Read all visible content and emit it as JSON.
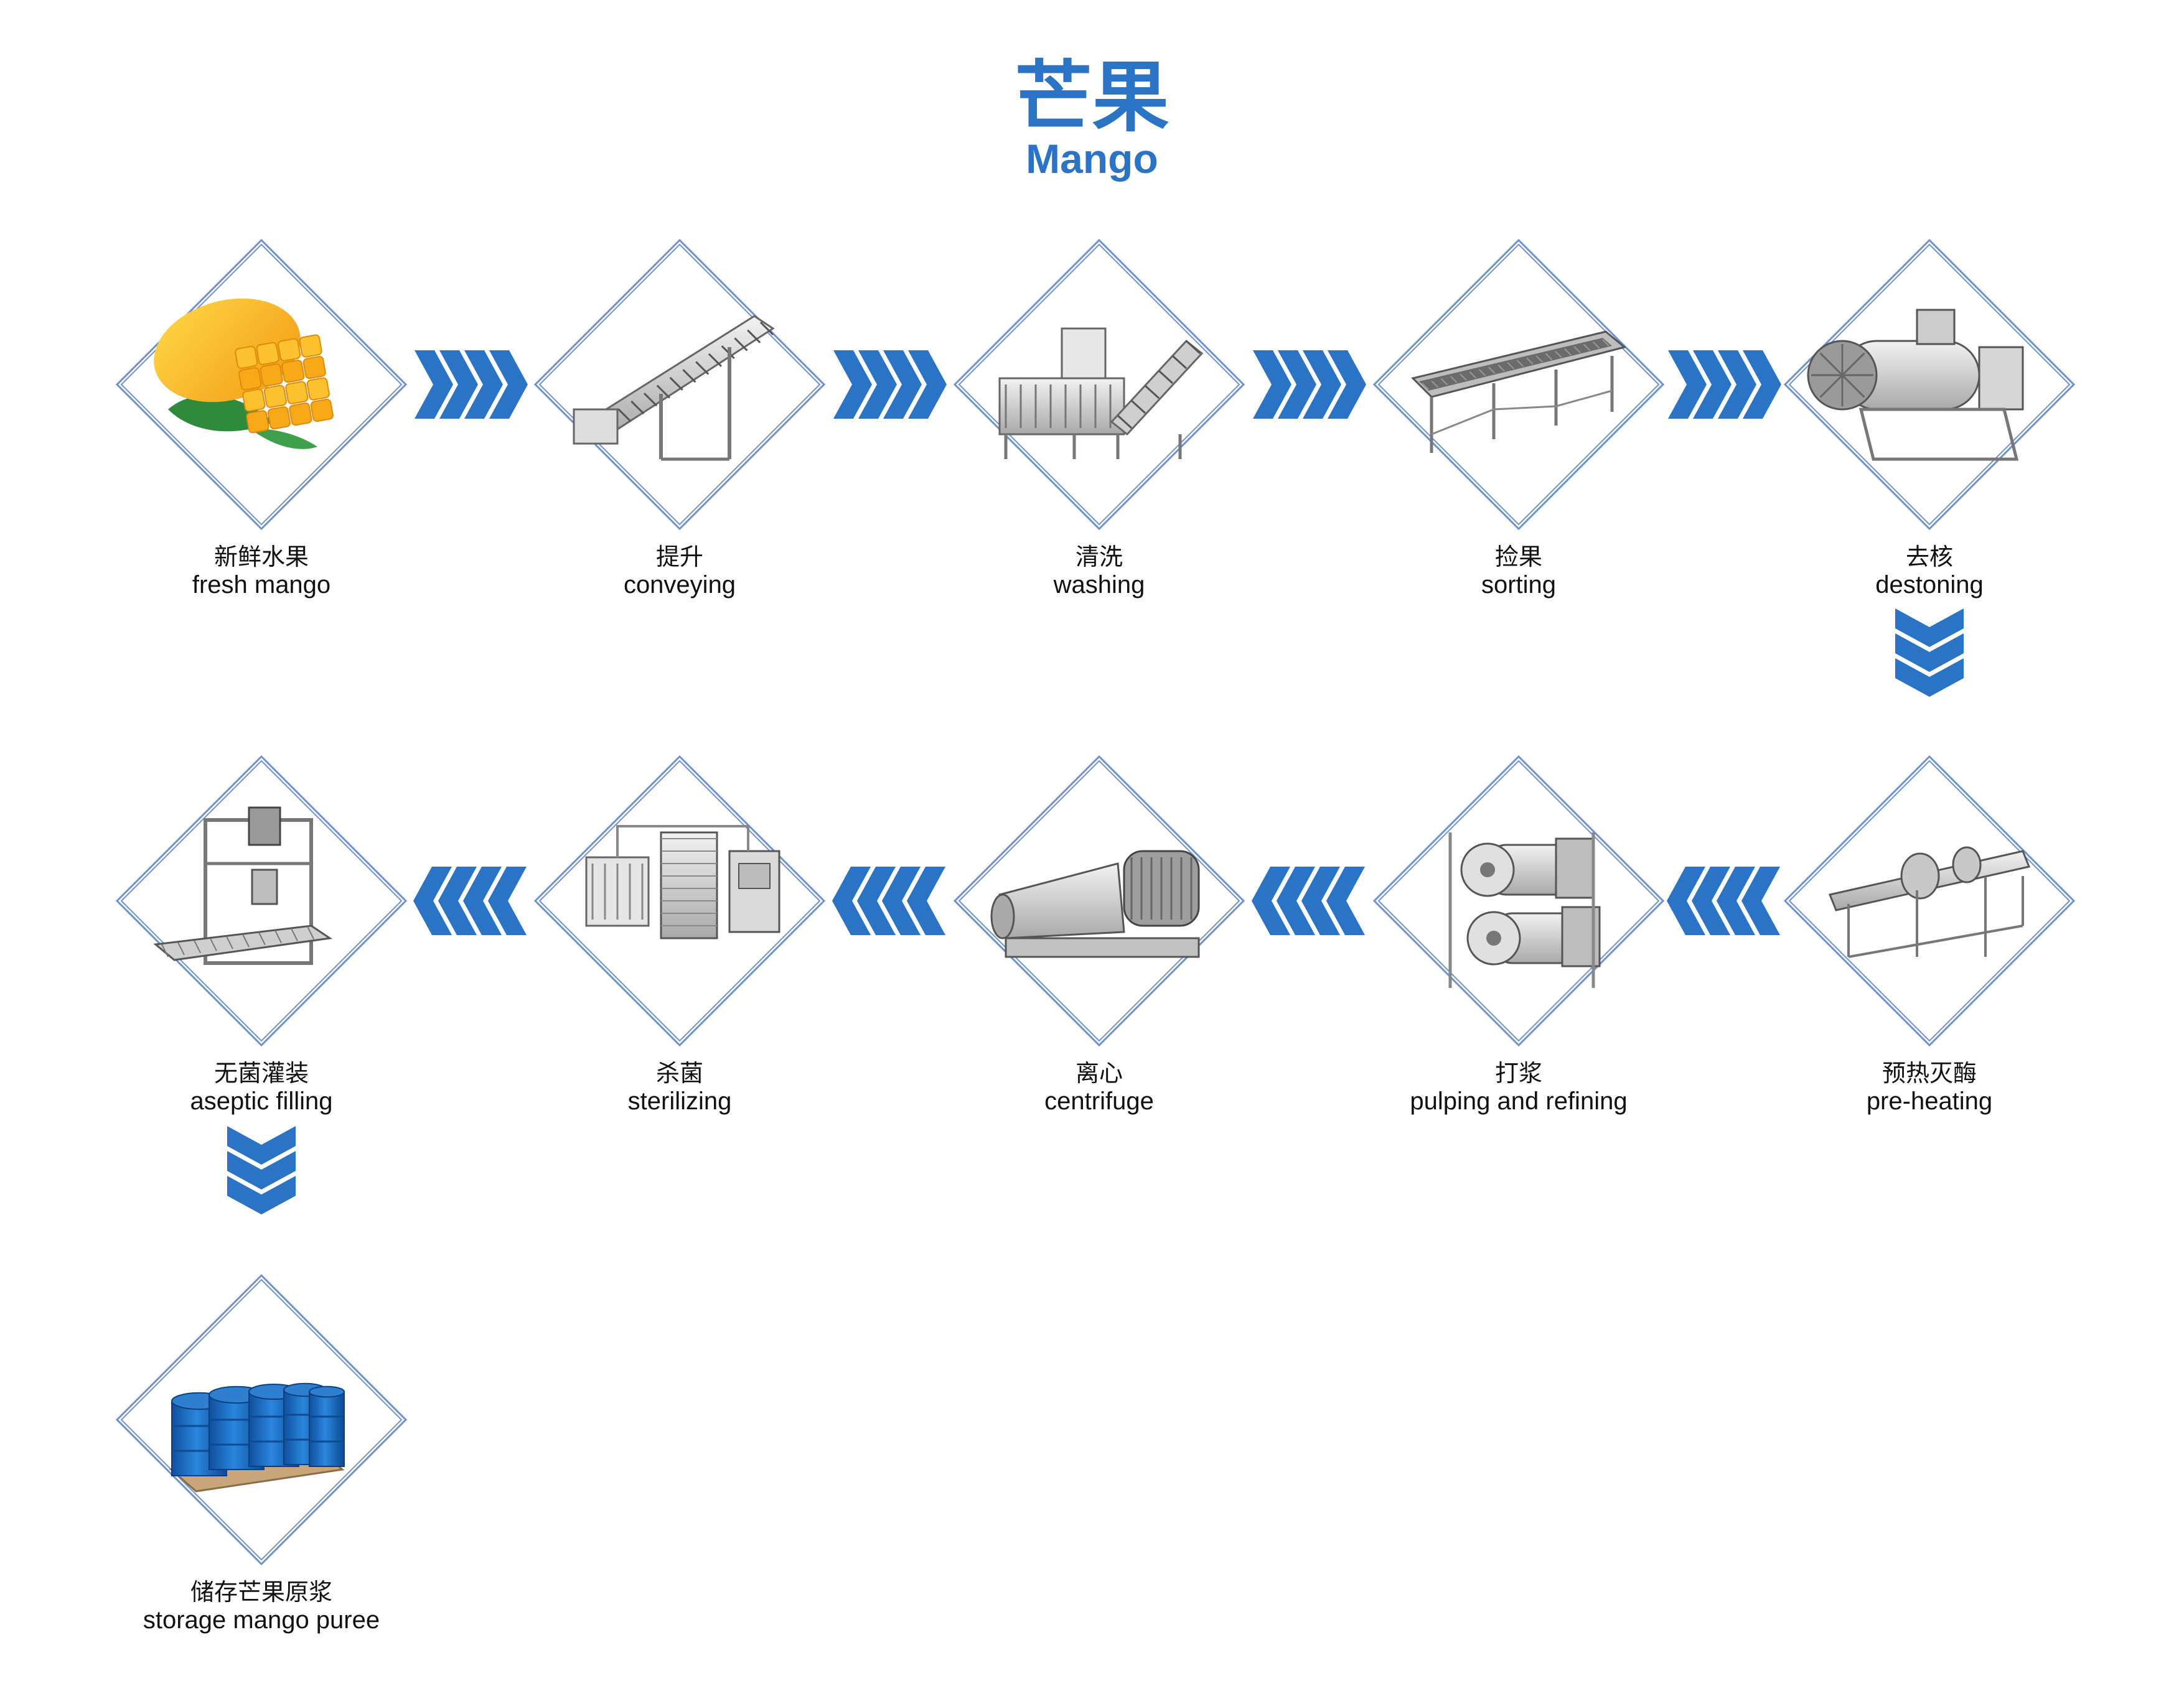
{
  "title": {
    "zh": "芒果",
    "en": "Mango"
  },
  "colors": {
    "accent": "#2b73c5",
    "diamond_outline": "#6f92cf",
    "steel": "#8c8c8c",
    "drum_blue": "#1f6fc4",
    "mango_yellow": "#f7b313",
    "leaf_green": "#2f8a3c"
  },
  "steps": [
    {
      "id": "fresh-mango",
      "zh": "新鲜水果",
      "en": "fresh mango",
      "icon": "mango-fruit-icon"
    },
    {
      "id": "conveying",
      "zh": "提升",
      "en": "conveying",
      "icon": "elevator-conveyor-icon"
    },
    {
      "id": "washing",
      "zh": "清洗",
      "en": "washing",
      "icon": "washing-machine-icon"
    },
    {
      "id": "sorting",
      "zh": "捡果",
      "en": "sorting",
      "icon": "sorting-conveyor-icon"
    },
    {
      "id": "destoning",
      "zh": "去核",
      "en": "destoning",
      "icon": "destoner-machine-icon"
    },
    {
      "id": "pre-heating",
      "zh": "预热灭酶",
      "en": "pre-heating",
      "icon": "tube-preheater-icon"
    },
    {
      "id": "pulping",
      "zh": "打浆",
      "en": "pulping and refining",
      "icon": "pulper-machine-icon"
    },
    {
      "id": "centrifuge",
      "zh": "离心",
      "en": "centrifuge",
      "icon": "decanter-centrifuge-icon"
    },
    {
      "id": "sterilizing",
      "zh": "杀菌",
      "en": "sterilizing",
      "icon": "sterilizer-plant-icon"
    },
    {
      "id": "aseptic-filling",
      "zh": "无菌灌装",
      "en": "aseptic filling",
      "icon": "aseptic-filler-icon"
    },
    {
      "id": "storage",
      "zh": "储存芒果原浆",
      "en": "storage mango puree",
      "icon": "blue-drums-icon"
    }
  ],
  "flow": [
    {
      "from": "fresh-mango",
      "to": "conveying",
      "direction": "right"
    },
    {
      "from": "conveying",
      "to": "washing",
      "direction": "right"
    },
    {
      "from": "washing",
      "to": "sorting",
      "direction": "right"
    },
    {
      "from": "sorting",
      "to": "destoning",
      "direction": "right"
    },
    {
      "from": "destoning",
      "to": "pre-heating",
      "direction": "down"
    },
    {
      "from": "pre-heating",
      "to": "pulping",
      "direction": "left"
    },
    {
      "from": "pulping",
      "to": "centrifuge",
      "direction": "left"
    },
    {
      "from": "centrifuge",
      "to": "sterilizing",
      "direction": "left"
    },
    {
      "from": "sterilizing",
      "to": "aseptic-filling",
      "direction": "left"
    },
    {
      "from": "aseptic-filling",
      "to": "storage",
      "direction": "down"
    }
  ]
}
